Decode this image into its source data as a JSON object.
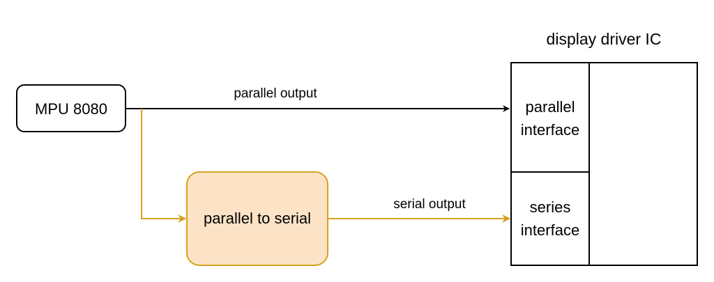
{
  "diagram": {
    "nodes": {
      "mpu": {
        "label": "MPU 8080"
      },
      "converter": {
        "label": "parallel to serial"
      },
      "ic_title": {
        "label": "display driver IC"
      },
      "parallel_interface": {
        "line1": "parallel",
        "line2": "interface"
      },
      "series_interface": {
        "line1": "series",
        "line2": "interface"
      }
    },
    "edges": {
      "parallel_output": {
        "label": "parallel output",
        "from": "mpu",
        "to": "parallel_interface"
      },
      "mpu_to_converter": {
        "from": "mpu",
        "to": "converter"
      },
      "serial_output": {
        "label": "serial output",
        "from": "converter",
        "to": "series_interface"
      }
    },
    "colors": {
      "black_line": "#000000",
      "gold_line": "#D6A21E",
      "converter_fill": "#FCE3C6",
      "converter_stroke": "#D6A21E"
    }
  }
}
